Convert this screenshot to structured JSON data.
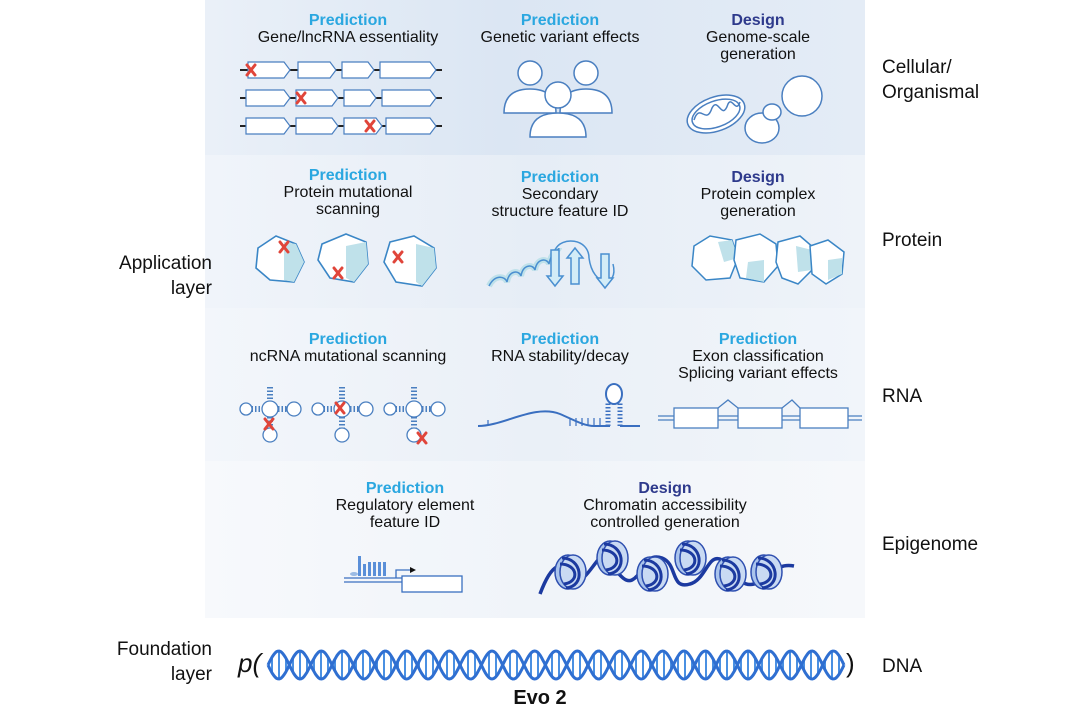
{
  "layers": {
    "application": "Application\nlayer",
    "foundation": "Foundation\nlayer"
  },
  "rows": [
    {
      "label": "Cellular/\nOrganismal",
      "items": [
        {
          "kind": "Prediction",
          "desc": "Gene/lncRNA essentiality"
        },
        {
          "kind": "Prediction",
          "desc": "Genetic variant effects"
        },
        {
          "kind": "Design",
          "desc": "Genome-scale\ngeneration"
        }
      ]
    },
    {
      "label": "Protein",
      "items": [
        {
          "kind": "Prediction",
          "desc": "Protein mutational\nscanning"
        },
        {
          "kind": "Prediction",
          "desc": "Secondary\nstructure feature ID"
        },
        {
          "kind": "Design",
          "desc": "Protein complex\ngeneration"
        }
      ]
    },
    {
      "label": "RNA",
      "items": [
        {
          "kind": "Prediction",
          "desc": "ncRNA mutational scanning"
        },
        {
          "kind": "Prediction",
          "desc": "RNA stability/decay"
        },
        {
          "kind": "Prediction",
          "desc": "Exon classification\nSplicing variant effects"
        }
      ]
    },
    {
      "label": "Epigenome",
      "items": [
        {
          "kind": "Prediction",
          "desc": "Regulatory element\nfeature ID"
        },
        {
          "kind": "Design",
          "desc": "Chromatin accessibility\ncontrolled generation"
        }
      ]
    }
  ],
  "dna": {
    "label": "DNA",
    "prob_open": "p(",
    "prob_close": ")",
    "model": "Evo 2"
  },
  "colors": {
    "prediction": "#2aa7e0",
    "design": "#2e3a8c",
    "icon_stroke": "#4a7fc0",
    "mutation": "#e0453a",
    "dna": "#2f6fd1"
  },
  "icons": [
    "gene-track-icon",
    "people-icon",
    "mitochondria-cell-icon",
    "protein-blob-icon",
    "helix-sheet-icon",
    "protein-complex-icon",
    "trna-icon",
    "rna-hairpin-icon",
    "exon-track-icon",
    "regulatory-element-icon",
    "nucleosome-icon",
    "dna-helix-icon"
  ]
}
